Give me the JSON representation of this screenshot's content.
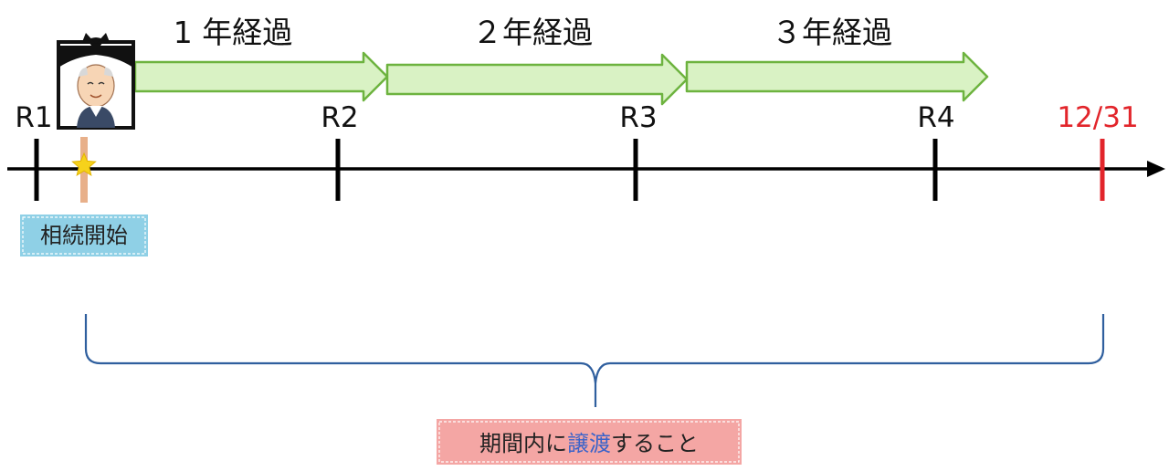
{
  "timeline": {
    "year_labels": [
      "1 年経過",
      "２年経過",
      "３年経過"
    ],
    "markers": [
      "R1",
      "R2",
      "R3",
      "R4"
    ],
    "deadline_label": "12/31"
  },
  "inheritance_start_label": "相続開始",
  "bracket_note": {
    "part1": "期間内に",
    "part2": "譲渡",
    "part3": "すること"
  },
  "colors": {
    "axis": "#000000",
    "deadline": "#e2252b",
    "arrow_fill": "#d9f2c4",
    "arrow_stroke": "#6db33f",
    "start_box": "#8fd0e6",
    "note_box": "#f4a6a4",
    "brace": "#2f5f9e",
    "highlight_text": "#3b63c9",
    "death_line": "#e8b08a",
    "star": "#f6d21b"
  },
  "icons": {
    "portrait": "memorial-portrait-icon",
    "star": "star-icon"
  }
}
